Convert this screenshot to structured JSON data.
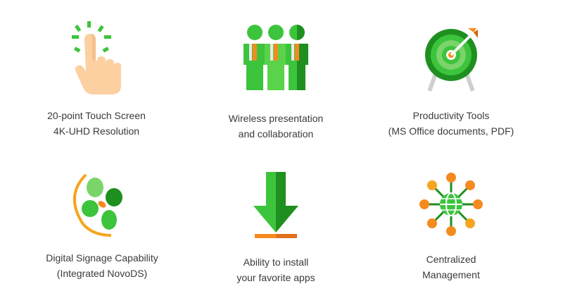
{
  "features": [
    {
      "line1": "20-point Touch Screen",
      "line2": "4K-UHD Resolution",
      "icon": "touch-hand-icon"
    },
    {
      "line1": "Wireless presentation",
      "line2": "and collaboration",
      "icon": "people-group-icon"
    },
    {
      "line1": "Productivity Tools",
      "line2": "(MS Office documents, PDF)",
      "icon": "target-dart-icon"
    },
    {
      "line1": "Digital Signage Capability",
      "line2": "(Integrated NovoDS)",
      "icon": "signage-fan-icon"
    },
    {
      "line1": "Ability to install",
      "line2": "your favorite apps",
      "icon": "download-arrow-icon"
    },
    {
      "line1": "Centralized",
      "line2": "Management",
      "icon": "network-globe-icon"
    }
  ],
  "colors": {
    "green": "#3cc43c",
    "dark_green": "#1f8f1f",
    "light_green": "#7ad46a",
    "orange": "#f58a1f",
    "skin": "#fcd0a1",
    "gray": "#cfcfcf",
    "text": "#3a3a3a"
  }
}
